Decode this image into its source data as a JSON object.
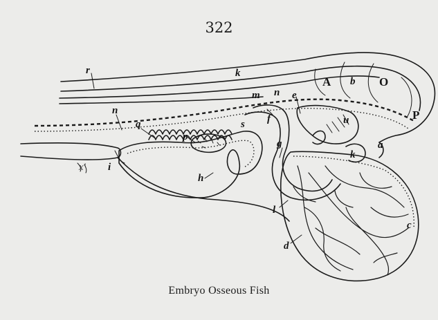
{
  "page_number": "322",
  "caption": "Embryo Osseous Fish",
  "labels": {
    "r": "r",
    "k_body": "k",
    "A": "A",
    "b": "b",
    "O": "O",
    "P": "P",
    "m_upper": "m",
    "n_upper": "n",
    "e": "e",
    "n_left": "n",
    "q": "q",
    "s": "s",
    "f": "f",
    "u": "u",
    "p": "p",
    "g": "g",
    "a": "a",
    "k_heart": "k",
    "x": "x'",
    "i": "i",
    "h": "h",
    "l": "l",
    "c": "c",
    "d": "d"
  }
}
